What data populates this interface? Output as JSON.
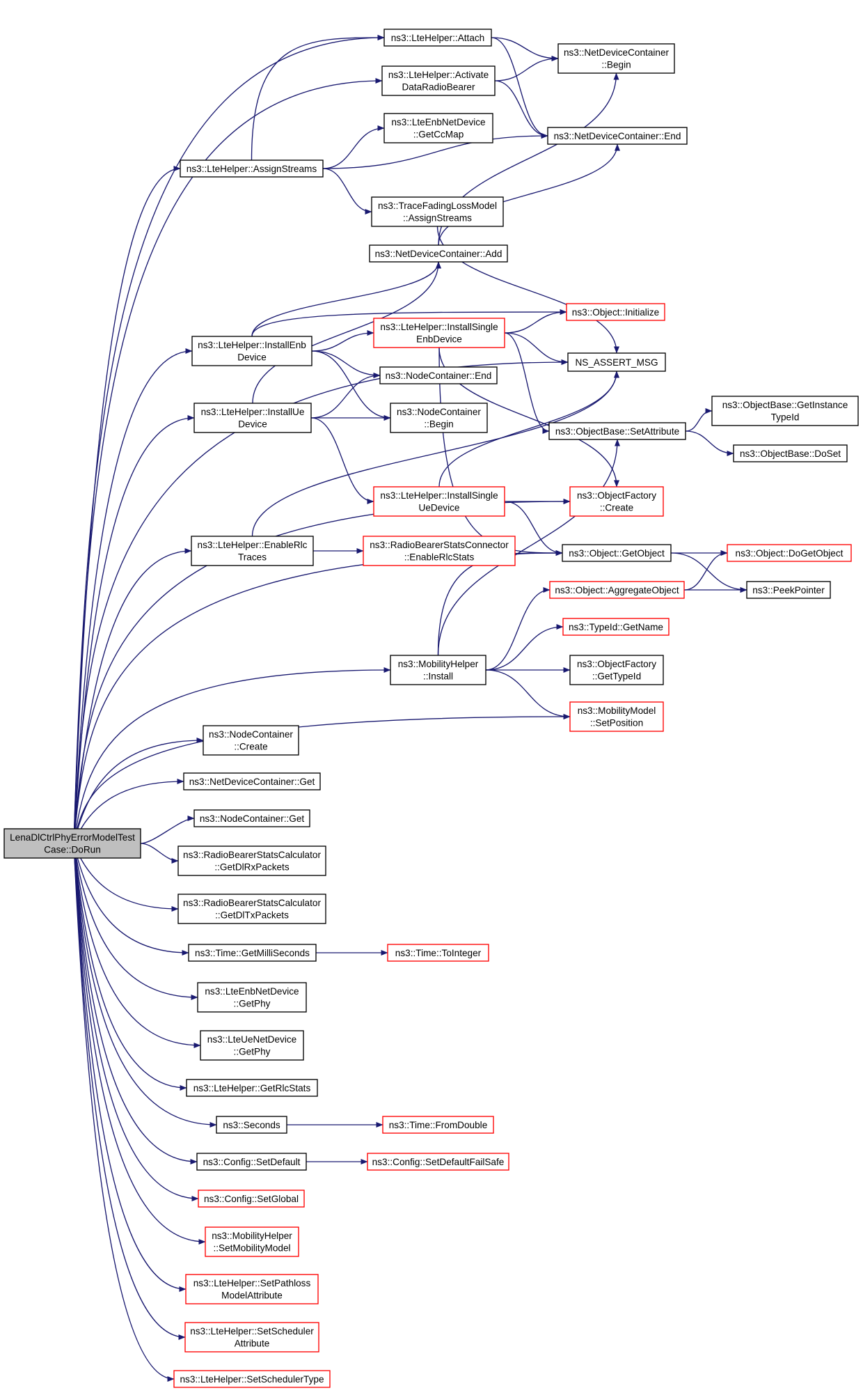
{
  "graph": {
    "colors": {
      "edge": "#191970",
      "border_default": "#000000",
      "border_truncated": "#ff0000",
      "fill_default": "#ffffff",
      "fill_root": "#bfbfbf"
    },
    "nodes": [
      {
        "id": "root",
        "lines": [
          "LenaDlCtrlPhyErrorModelTest",
          "Case::DoRun"
        ],
        "style": "root"
      },
      {
        "id": "attach",
        "lines": [
          "ns3::LteHelper::Attach"
        ],
        "style": "normal"
      },
      {
        "id": "activate",
        "lines": [
          "ns3::LteHelper::Activate",
          "DataRadioBearer"
        ],
        "style": "normal"
      },
      {
        "id": "getccmap",
        "lines": [
          "ns3::LteEnbNetDevice",
          "::GetCcMap"
        ],
        "style": "normal"
      },
      {
        "id": "assignstreams",
        "lines": [
          "ns3::LteHelper::AssignStreams"
        ],
        "style": "normal"
      },
      {
        "id": "tracefading",
        "lines": [
          "ns3::TraceFadingLossModel",
          "::AssignStreams"
        ],
        "style": "normal"
      },
      {
        "id": "ndc_begin",
        "lines": [
          "ns3::NetDeviceContainer",
          "::Begin"
        ],
        "style": "normal"
      },
      {
        "id": "ndc_end",
        "lines": [
          "ns3::NetDeviceContainer::End"
        ],
        "style": "normal"
      },
      {
        "id": "ndc_add",
        "lines": [
          "ns3::NetDeviceContainer::Add"
        ],
        "style": "normal"
      },
      {
        "id": "installenb",
        "lines": [
          "ns3::LteHelper::InstallEnb",
          "Device"
        ],
        "style": "normal"
      },
      {
        "id": "installsingleenb",
        "lines": [
          "ns3::LteHelper::InstallSingle",
          "EnbDevice"
        ],
        "style": "truncated"
      },
      {
        "id": "obj_init",
        "lines": [
          "ns3::Object::Initialize"
        ],
        "style": "truncated"
      },
      {
        "id": "assert",
        "lines": [
          "NS_ASSERT_MSG"
        ],
        "style": "normal"
      },
      {
        "id": "nc_end",
        "lines": [
          "ns3::NodeContainer::End"
        ],
        "style": "normal"
      },
      {
        "id": "installue",
        "lines": [
          "ns3::LteHelper::InstallUe",
          "Device"
        ],
        "style": "normal"
      },
      {
        "id": "nc_begin",
        "lines": [
          "ns3::NodeContainer",
          "::Begin"
        ],
        "style": "normal"
      },
      {
        "id": "setattribute",
        "lines": [
          "ns3::ObjectBase::SetAttribute"
        ],
        "style": "normal"
      },
      {
        "id": "getinstancetypeid",
        "lines": [
          "ns3::ObjectBase::GetInstance",
          "TypeId"
        ],
        "style": "normal"
      },
      {
        "id": "doset",
        "lines": [
          "ns3::ObjectBase::DoSet"
        ],
        "style": "normal"
      },
      {
        "id": "installsingleue",
        "lines": [
          "ns3::LteHelper::InstallSingle",
          "UeDevice"
        ],
        "style": "truncated"
      },
      {
        "id": "of_create",
        "lines": [
          "ns3::ObjectFactory",
          "::Create"
        ],
        "style": "truncated"
      },
      {
        "id": "enablerlc",
        "lines": [
          "ns3::LteHelper::EnableRlc",
          "Traces"
        ],
        "style": "normal"
      },
      {
        "id": "rbsc_enablerlc",
        "lines": [
          "ns3::RadioBearerStatsConnector",
          "::EnableRlcStats"
        ],
        "style": "truncated"
      },
      {
        "id": "getobject",
        "lines": [
          "ns3::Object::GetObject"
        ],
        "style": "normal"
      },
      {
        "id": "dogetobject",
        "lines": [
          "ns3::Object::DoGetObject"
        ],
        "style": "truncated"
      },
      {
        "id": "aggregate",
        "lines": [
          "ns3::Object::AggregateObject"
        ],
        "style": "truncated"
      },
      {
        "id": "peekpointer",
        "lines": [
          "ns3::PeekPointer"
        ],
        "style": "normal"
      },
      {
        "id": "getname",
        "lines": [
          "ns3::TypeId::GetName"
        ],
        "style": "truncated"
      },
      {
        "id": "mh_install",
        "lines": [
          "ns3::MobilityHelper",
          "::Install"
        ],
        "style": "normal"
      },
      {
        "id": "of_gettypeid",
        "lines": [
          "ns3::ObjectFactory",
          "::GetTypeId"
        ],
        "style": "normal"
      },
      {
        "id": "setposition",
        "lines": [
          "ns3::MobilityModel",
          "::SetPosition"
        ],
        "style": "truncated"
      },
      {
        "id": "nc_create",
        "lines": [
          "ns3::NodeContainer",
          "::Create"
        ],
        "style": "normal"
      },
      {
        "id": "ndc_get",
        "lines": [
          "ns3::NetDeviceContainer::Get"
        ],
        "style": "normal"
      },
      {
        "id": "nc_get",
        "lines": [
          "ns3::NodeContainer::Get"
        ],
        "style": "normal"
      },
      {
        "id": "getdlrx",
        "lines": [
          "ns3::RadioBearerStatsCalculator",
          "::GetDlRxPackets"
        ],
        "style": "normal"
      },
      {
        "id": "getdltx",
        "lines": [
          "ns3::RadioBearerStatsCalculator",
          "::GetDlTxPackets"
        ],
        "style": "normal"
      },
      {
        "id": "getmilli",
        "lines": [
          "ns3::Time::GetMilliSeconds"
        ],
        "style": "normal"
      },
      {
        "id": "tointeger",
        "lines": [
          "ns3::Time::ToInteger"
        ],
        "style": "truncated"
      },
      {
        "id": "enb_getphy",
        "lines": [
          "ns3::LteEnbNetDevice",
          "::GetPhy"
        ],
        "style": "normal"
      },
      {
        "id": "ue_getphy",
        "lines": [
          "ns3::LteUeNetDevice",
          "::GetPhy"
        ],
        "style": "normal"
      },
      {
        "id": "getrlcstats",
        "lines": [
          "ns3::LteHelper::GetRlcStats"
        ],
        "style": "normal"
      },
      {
        "id": "seconds",
        "lines": [
          "ns3::Seconds"
        ],
        "style": "normal"
      },
      {
        "id": "fromdouble",
        "lines": [
          "ns3::Time::FromDouble"
        ],
        "style": "truncated"
      },
      {
        "id": "setdefault",
        "lines": [
          "ns3::Config::SetDefault"
        ],
        "style": "normal"
      },
      {
        "id": "setdefaultfailsafe",
        "lines": [
          "ns3::Config::SetDefaultFailSafe"
        ],
        "style": "truncated"
      },
      {
        "id": "setglobal",
        "lines": [
          "ns3::Config::SetGlobal"
        ],
        "style": "truncated"
      },
      {
        "id": "setmobilitymodel",
        "lines": [
          "ns3::MobilityHelper",
          "::SetMobilityModel"
        ],
        "style": "truncated"
      },
      {
        "id": "setpathloss",
        "lines": [
          "ns3::LteHelper::SetPathloss",
          "ModelAttribute"
        ],
        "style": "truncated"
      },
      {
        "id": "setschedattr",
        "lines": [
          "ns3::LteHelper::SetScheduler",
          "Attribute"
        ],
        "style": "truncated"
      },
      {
        "id": "setschedtype",
        "lines": [
          "ns3::LteHelper::SetSchedulerType"
        ],
        "style": "truncated"
      }
    ],
    "edges": [
      [
        "root",
        "attach"
      ],
      [
        "root",
        "activate"
      ],
      [
        "root",
        "assignstreams"
      ],
      [
        "root",
        "installenb"
      ],
      [
        "root",
        "installue"
      ],
      [
        "root",
        "enablerlc"
      ],
      [
        "root",
        "assert"
      ],
      [
        "root",
        "of_create"
      ],
      [
        "root",
        "getobject"
      ],
      [
        "root",
        "mh_install"
      ],
      [
        "root",
        "setposition"
      ],
      [
        "root",
        "nc_create"
      ],
      [
        "root",
        "ndc_get"
      ],
      [
        "root",
        "nc_get"
      ],
      [
        "root",
        "getdlrx"
      ],
      [
        "root",
        "getdltx"
      ],
      [
        "root",
        "getmilli"
      ],
      [
        "root",
        "enb_getphy"
      ],
      [
        "root",
        "ue_getphy"
      ],
      [
        "root",
        "getrlcstats"
      ],
      [
        "root",
        "seconds"
      ],
      [
        "root",
        "setdefault"
      ],
      [
        "root",
        "setglobal"
      ],
      [
        "root",
        "setmobilitymodel"
      ],
      [
        "root",
        "setpathloss"
      ],
      [
        "root",
        "setschedattr"
      ],
      [
        "root",
        "setschedtype"
      ],
      [
        "attach",
        "ndc_begin"
      ],
      [
        "attach",
        "ndc_end"
      ],
      [
        "activate",
        "ndc_begin"
      ],
      [
        "activate",
        "ndc_end"
      ],
      [
        "assignstreams",
        "attach"
      ],
      [
        "assignstreams",
        "getccmap"
      ],
      [
        "assignstreams",
        "ndc_end"
      ],
      [
        "assignstreams",
        "tracefading"
      ],
      [
        "tracefading",
        "assert"
      ],
      [
        "ndc_add",
        "ndc_begin"
      ],
      [
        "ndc_add",
        "ndc_end"
      ],
      [
        "installenb",
        "ndc_add"
      ],
      [
        "installenb",
        "obj_init"
      ],
      [
        "installenb",
        "installsingleenb"
      ],
      [
        "installenb",
        "nc_end"
      ],
      [
        "installenb",
        "nc_begin"
      ],
      [
        "installsingleenb",
        "obj_init"
      ],
      [
        "installsingleenb",
        "assert"
      ],
      [
        "installsingleenb",
        "setattribute"
      ],
      [
        "installsingleenb",
        "of_create"
      ],
      [
        "installsingleenb",
        "getobject"
      ],
      [
        "installue",
        "ndc_add"
      ],
      [
        "installue",
        "nc_end"
      ],
      [
        "installue",
        "nc_begin"
      ],
      [
        "installue",
        "installsingleue"
      ],
      [
        "installsingleue",
        "assert"
      ],
      [
        "installsingleue",
        "of_create"
      ],
      [
        "installsingleue",
        "getobject"
      ],
      [
        "setattribute",
        "getinstancetypeid"
      ],
      [
        "setattribute",
        "doset"
      ],
      [
        "enablerlc",
        "assert"
      ],
      [
        "enablerlc",
        "rbsc_enablerlc"
      ],
      [
        "getobject",
        "dogetobject"
      ],
      [
        "getobject",
        "peekpointer"
      ],
      [
        "aggregate",
        "dogetobject"
      ],
      [
        "aggregate",
        "peekpointer"
      ],
      [
        "mh_install",
        "setattribute"
      ],
      [
        "mh_install",
        "getobject"
      ],
      [
        "mh_install",
        "aggregate"
      ],
      [
        "mh_install",
        "getname"
      ],
      [
        "mh_install",
        "of_gettypeid"
      ],
      [
        "mh_install",
        "setposition"
      ],
      [
        "getmilli",
        "tointeger"
      ],
      [
        "seconds",
        "fromdouble"
      ],
      [
        "setdefault",
        "setdefaultfailsafe"
      ]
    ]
  }
}
